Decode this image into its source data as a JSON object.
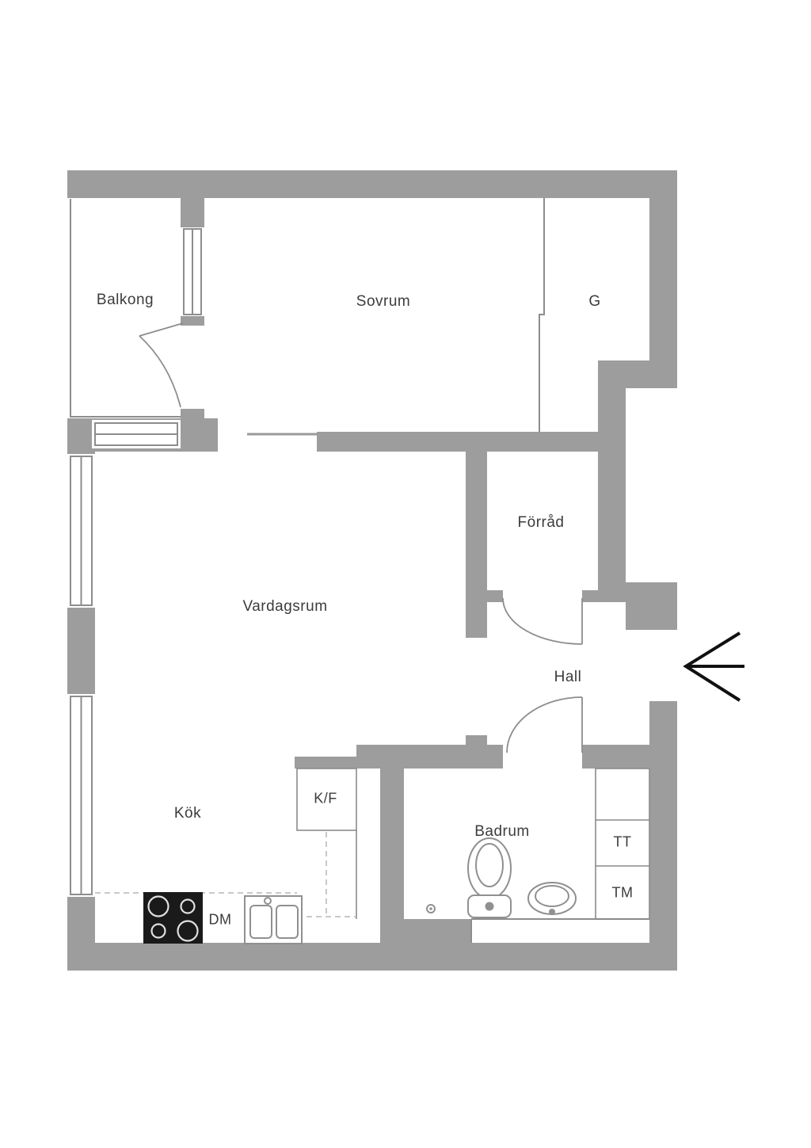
{
  "labels": {
    "balkong": "Balkong",
    "sovrum": "Sovrum",
    "garderob": "G",
    "forrad": "Förråd",
    "vardagsrum": "Vardagsrum",
    "hall": "Hall",
    "kok": "Kök",
    "badrum": "Badrum",
    "kyl_frys": "K/F",
    "diskmaskin": "DM",
    "torktumlare": "TT",
    "tvattmaskin": "TM"
  },
  "icons": {
    "entrance_arrow": "left-arrow",
    "stove": "four-burner-hob",
    "kitchen_sink": "double-basin-sink",
    "toilet": "wc",
    "bathroom_sink": "washbasin",
    "floor_drain": "drain"
  },
  "colors": {
    "wall": "#9d9d9d",
    "line": "#8d8d8d",
    "dash": "#b5b5b5",
    "text": "#3c3c3c",
    "fixture": "#909090",
    "arrow": "#111111",
    "bg": "#ffffff"
  }
}
